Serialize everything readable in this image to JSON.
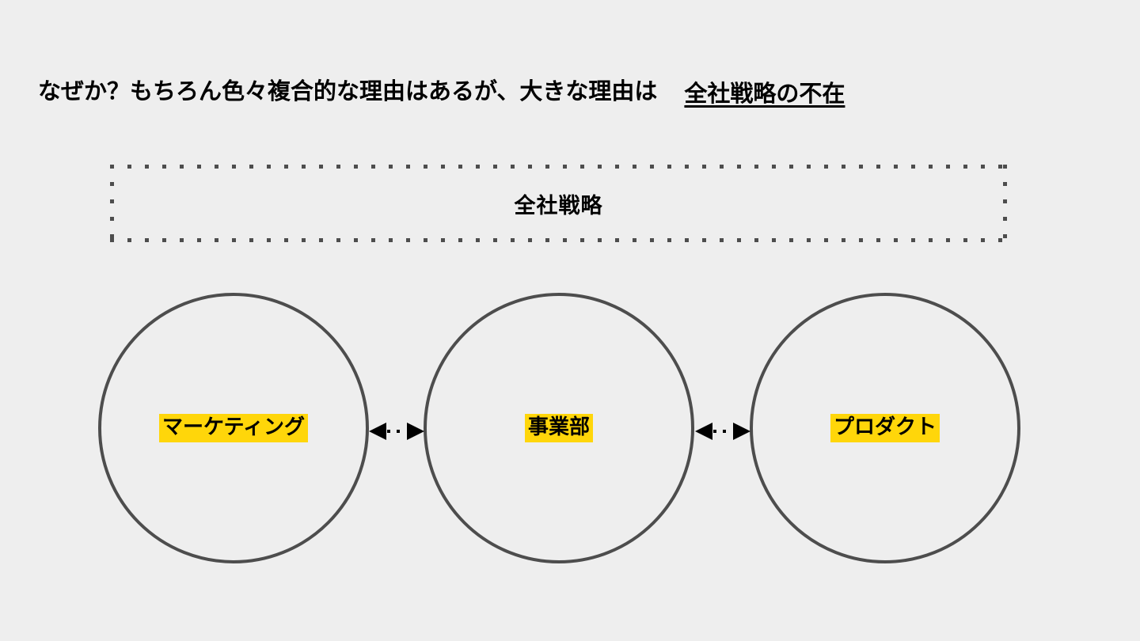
{
  "slide": {
    "background_color": "#eeeeee",
    "ink_color": "#4d4d4d",
    "highlight_color": "#ffd60a",
    "text_color": "#000000"
  },
  "title": {
    "lead": "なぜか？もちろん色々複合的な理由はあるが、大きな理由は",
    "emphasis": "全社戦略の不在"
  },
  "strategy_band": {
    "label": "全社戦略"
  },
  "nodes": [
    {
      "id": "marketing",
      "label": "マーケティング"
    },
    {
      "id": "business",
      "label": "事業部"
    },
    {
      "id": "product",
      "label": "プロダクト"
    }
  ],
  "connectors": [
    {
      "id": "marketing-business",
      "style": "double-headed-dotted"
    },
    {
      "id": "business-product",
      "style": "double-headed-dotted"
    }
  ]
}
